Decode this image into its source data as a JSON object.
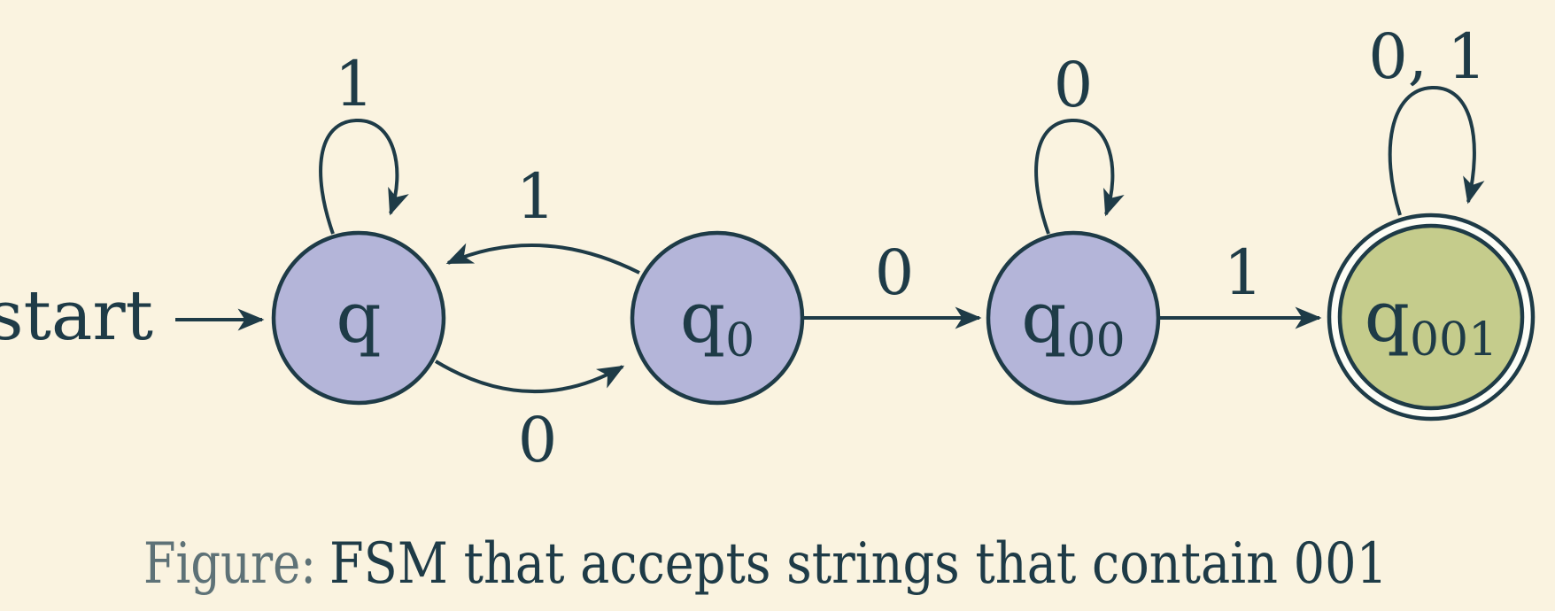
{
  "figure": {
    "type": "fsm-state-diagram",
    "background_color": "#faf3e0",
    "colors": {
      "state_fill": "#b4b5d9",
      "accepting_state_fill": "#c5cc8c",
      "stroke_and_text": "#1e3b47",
      "accepting_ring_gap": "#fdfdf6",
      "caption_prefix": "#5e7277"
    },
    "start_label": "start",
    "states": [
      {
        "name": "q",
        "base": "q",
        "subscript": "",
        "accepting": false
      },
      {
        "name": "q0",
        "base": "q",
        "subscript": "0",
        "accepting": false
      },
      {
        "name": "q00",
        "base": "q",
        "subscript": "00",
        "accepting": false
      },
      {
        "name": "q001",
        "base": "q",
        "subscript": "001",
        "accepting": true
      }
    ],
    "transitions": [
      {
        "from": "q",
        "to": "q",
        "label": "1"
      },
      {
        "from": "q0",
        "to": "q",
        "label": "1"
      },
      {
        "from": "q",
        "to": "q0",
        "label": "0"
      },
      {
        "from": "q0",
        "to": "q00",
        "label": "0"
      },
      {
        "from": "q00",
        "to": "q00",
        "label": "0"
      },
      {
        "from": "q00",
        "to": "q001",
        "label": "1"
      },
      {
        "from": "q001",
        "to": "q001",
        "label": "0, 1"
      }
    ],
    "caption": {
      "prefix": "Figure:",
      "text": "FSM that accepts strings that contain 001"
    }
  }
}
